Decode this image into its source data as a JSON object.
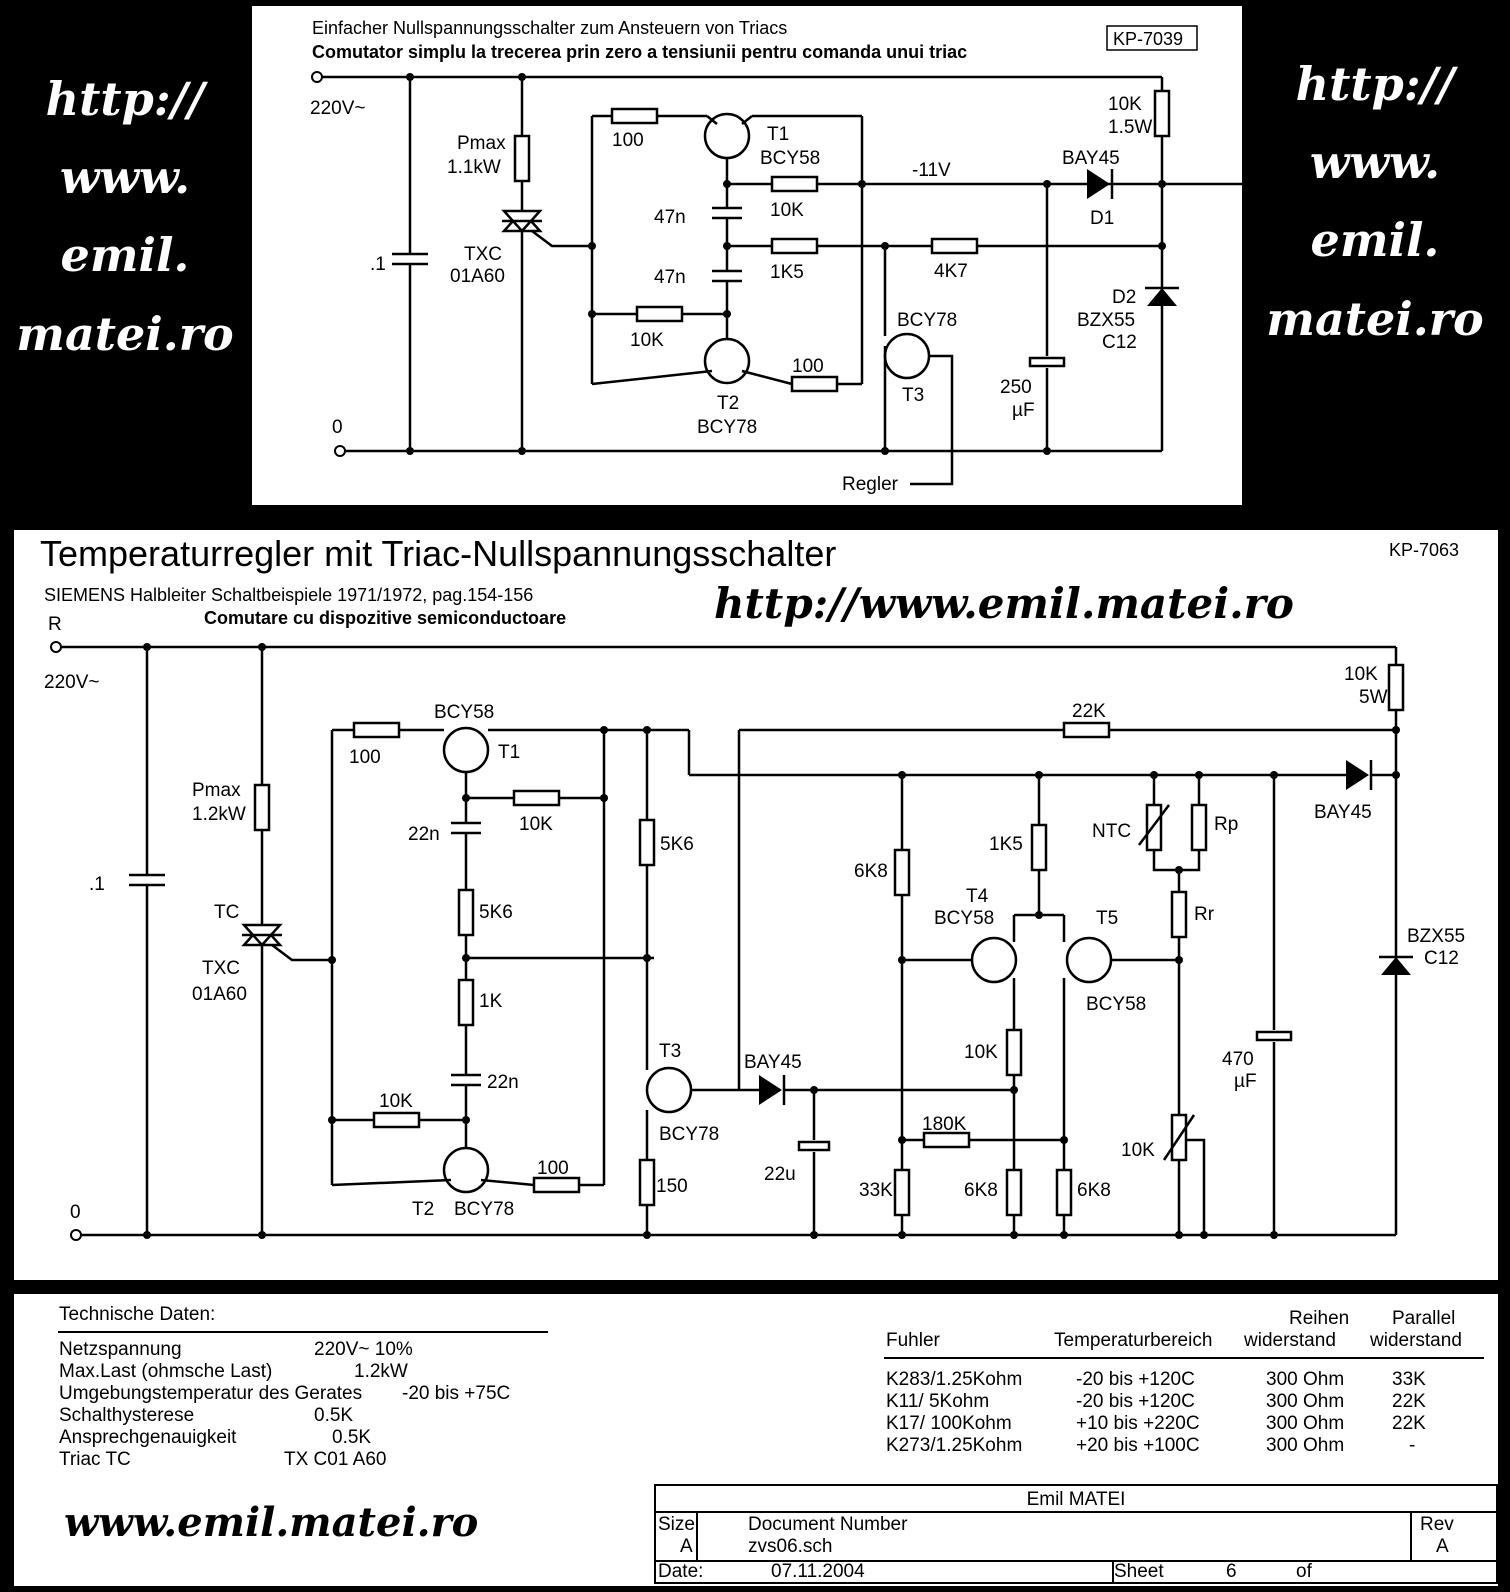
{
  "watermark_left": [
    "http://",
    "www.",
    "emil.",
    "matei.ro"
  ],
  "watermark_right": [
    "http://",
    "www.",
    "emil.",
    "matei.ro"
  ],
  "top": {
    "title_de": "Einfacher Nullspannungsschalter zum Ansteuern  von Triacs",
    "title_ro": "Comutator simplu la trecerea prin zero a tensiunii pentru comanda unui triac",
    "code": "KP-7039",
    "labels": {
      "v220": "220V~",
      "zero": "0",
      "pmax": "Pmax",
      "pmax_val": "1.1kW",
      "cap01": ".1",
      "txc": "TXC",
      "txc2": "01A60",
      "r100a": "100",
      "t1": "T1",
      "t1type": "BCY58",
      "c47a": "47n",
      "c47b": "47n",
      "r10k": "10K",
      "r1k5": "1K5",
      "r10kb": "10K",
      "t2": "T2",
      "t2type": "BCY78",
      "r100b": "100",
      "m11v": "-11V",
      "bay45": "BAY45",
      "d1": "D1",
      "r10k15": "10K",
      "w15": "1.5W",
      "r4k7": "4K7",
      "d2": "D2",
      "bzx": "BZX55",
      "c12": "C12",
      "t3type": "BCY78",
      "t3": "T3",
      "c250": "250",
      "uf": "µF",
      "regler": "Regler"
    }
  },
  "bottom": {
    "title": "Temperaturregler mit Triac-Nullspannungsschalter",
    "code": "KP-7063",
    "subtitle": "SIEMENS Halbleiter Schaltbeispiele 1971/1972, pag.154-156",
    "subtitle_ro": "Comutare cu dispozitive semiconductoare",
    "url": "http://www.emil.matei.ro",
    "labels": {
      "r": "R",
      "v220": "220V~",
      "zero": "0",
      "cap01": ".1",
      "pmax": "Pmax",
      "pmax_val": "1.2kW",
      "tc": "TC",
      "txc": "TXC",
      "txc2": "01A60",
      "bcy58a": "BCY58",
      "t1": "T1",
      "r100a": "100",
      "r10ka": "10K",
      "c22a": "22n",
      "r5k6a": "5K6",
      "r1k": "1K",
      "c22b": "22n",
      "r10kb": "10K",
      "t2": "T2",
      "bcy78a": "BCY78",
      "r100b": "100",
      "r5k6b": "5K6",
      "t3": "T3",
      "bcy78b": "BCY78",
      "r150": "150",
      "bay45a": "BAY45",
      "c22u": "22u",
      "r22k": "22K",
      "r6k8a": "6K8",
      "r33k": "33K",
      "r180k": "180K",
      "r1k5": "1K5",
      "t4": "T4",
      "t4type": "BCY58",
      "t5": "T5",
      "t5type": "BCY58",
      "r10kc": "10K",
      "r6k8b": "6K8",
      "r6k8c": "6K8",
      "ntc": "NTC",
      "rp": "Rp",
      "rr": "Rr",
      "pot10k": "10K",
      "c470": "470",
      "uf": "µF",
      "r10k5w": "10K",
      "w5": "5W",
      "bay45b": "BAY45",
      "bzx": "BZX55",
      "c12": "C12"
    }
  },
  "specs": {
    "heading": "Technische Daten:",
    "rows": [
      {
        "label": "Netzspannung",
        "value": "220V~ 10%"
      },
      {
        "label": "Max.Last (ohmsche Last)",
        "value": "1.2kW"
      },
      {
        "label": "Umgebungstemperatur des Gerates",
        "value": "-20 bis +75C"
      },
      {
        "label": "Schalthysterese",
        "value": "0.5K"
      },
      {
        "label": "Ansprechgenauigkeit",
        "value": "0.5K"
      },
      {
        "label": "Triac TC",
        "value": "TX C01 A60"
      }
    ]
  },
  "sensor_table": {
    "headers": [
      [
        "",
        "Fuhler"
      ],
      [
        "",
        "Temperaturbereich"
      ],
      [
        "Reihen",
        "widerstand"
      ],
      [
        "Parallel",
        "widerstand"
      ]
    ],
    "rows": [
      [
        "K283/1.25Kohm",
        "-20 bis +120C",
        "300 Ohm",
        "33K"
      ],
      [
        "K11/  5Kohm",
        "-20 bis +120C",
        "300 Ohm",
        "22K"
      ],
      [
        "K17/  100Kohm",
        "+10 bis +220C",
        "300 Ohm",
        "22K"
      ],
      [
        "K273/1.25Kohm",
        "+20 bis +100C",
        "300 Ohm",
        "-"
      ]
    ]
  },
  "title_block": {
    "author": "Emil MATEI",
    "size_label": "Size",
    "size": "A",
    "docnum_label": "Document Number",
    "docnum": "zvs06.sch",
    "rev_label": "Rev",
    "rev": "A",
    "date_label": "Date:",
    "date": "07.11.2004",
    "sheet_label": "Sheet",
    "sheet": "6",
    "of_label": "of"
  },
  "footer_url": "www.emil.matei.ro"
}
